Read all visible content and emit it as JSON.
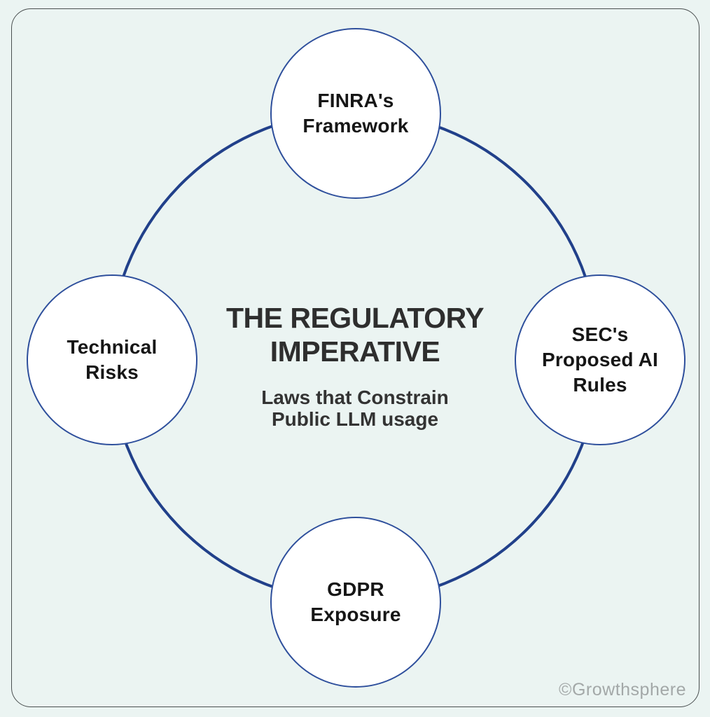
{
  "center": {
    "title": "THE REGULATORY IMPERATIVE",
    "subtitle": "Laws that Constrain Public LLM usage"
  },
  "nodes": [
    {
      "id": "finra",
      "label": "FINRA's Framework",
      "position": "top"
    },
    {
      "id": "sec",
      "label": "SEC's Proposed AI Rules",
      "position": "right"
    },
    {
      "id": "gdpr",
      "label": "GDPR Exposure",
      "position": "bottom"
    },
    {
      "id": "technical",
      "label": "Technical Risks",
      "position": "left"
    }
  ],
  "watermark": "©Growthsphere",
  "colors": {
    "background": "#ebf4f2",
    "card_border": "#4a4f50",
    "ring": "#21408a",
    "node_border": "#2e4f9c",
    "node_fill": "#ffffff",
    "title_text": "#2e2e2e",
    "node_text": "#161616",
    "watermark_text": "#a3a8a8"
  }
}
